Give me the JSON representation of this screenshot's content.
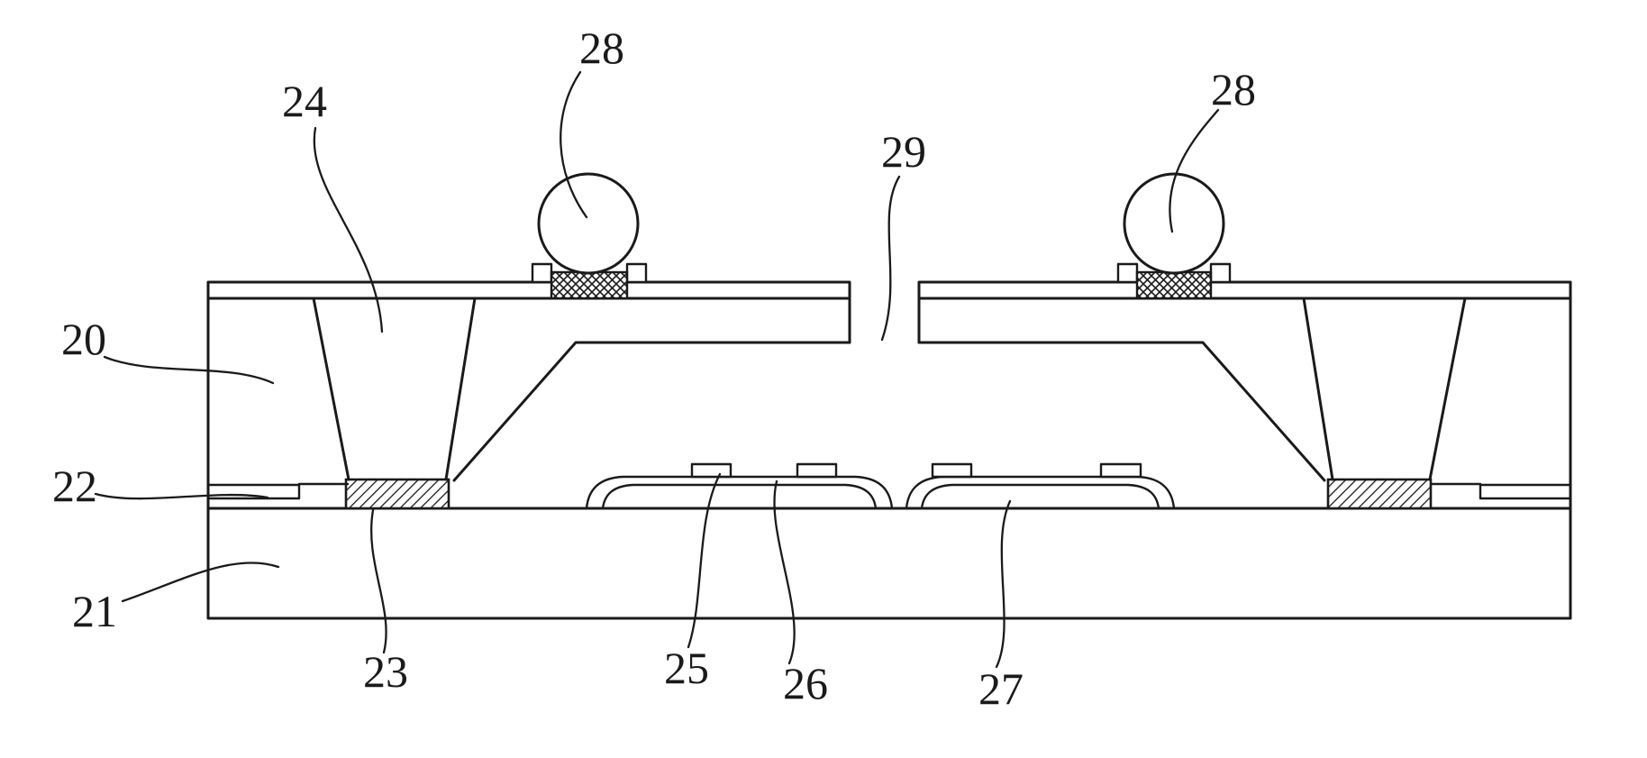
{
  "figure": {
    "background": "#ffffff",
    "line_color": "#1a1a1a"
  },
  "labels": {
    "l20": "20",
    "l21": "21",
    "l22": "22",
    "l23": "23",
    "l24": "24",
    "l25": "25",
    "l26": "26",
    "l27": "27",
    "l28a": "28",
    "l28b": "28",
    "l29": "29"
  }
}
